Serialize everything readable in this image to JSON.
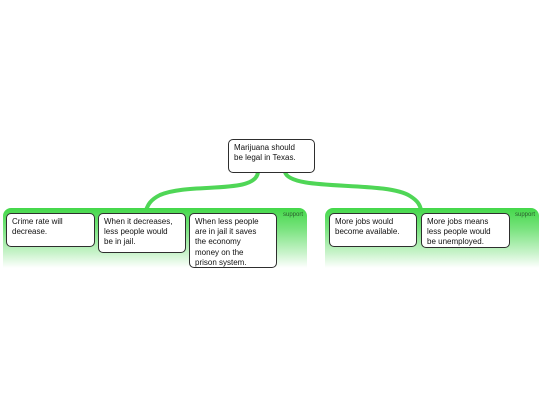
{
  "root": {
    "text": "Marijuana should\nbe legal in Texas."
  },
  "groups": [
    {
      "label": "support",
      "nodes": [
        {
          "text": "Crime rate will\ndecrease."
        },
        {
          "text": "When it decreases,\nless people would\nbe in jail."
        },
        {
          "text": "When less people\nare in jail it saves\nthe economy\nmoney on the\nprison system."
        }
      ]
    },
    {
      "label": "support",
      "nodes": [
        {
          "text": "More jobs would\nbecome available."
        },
        {
          "text": "More jobs means\nless people would\nbe unemployed."
        }
      ]
    }
  ],
  "colors": {
    "connector": "#4fd656",
    "box_border": "#2e2e2e",
    "group_fill": "#44d84a"
  }
}
